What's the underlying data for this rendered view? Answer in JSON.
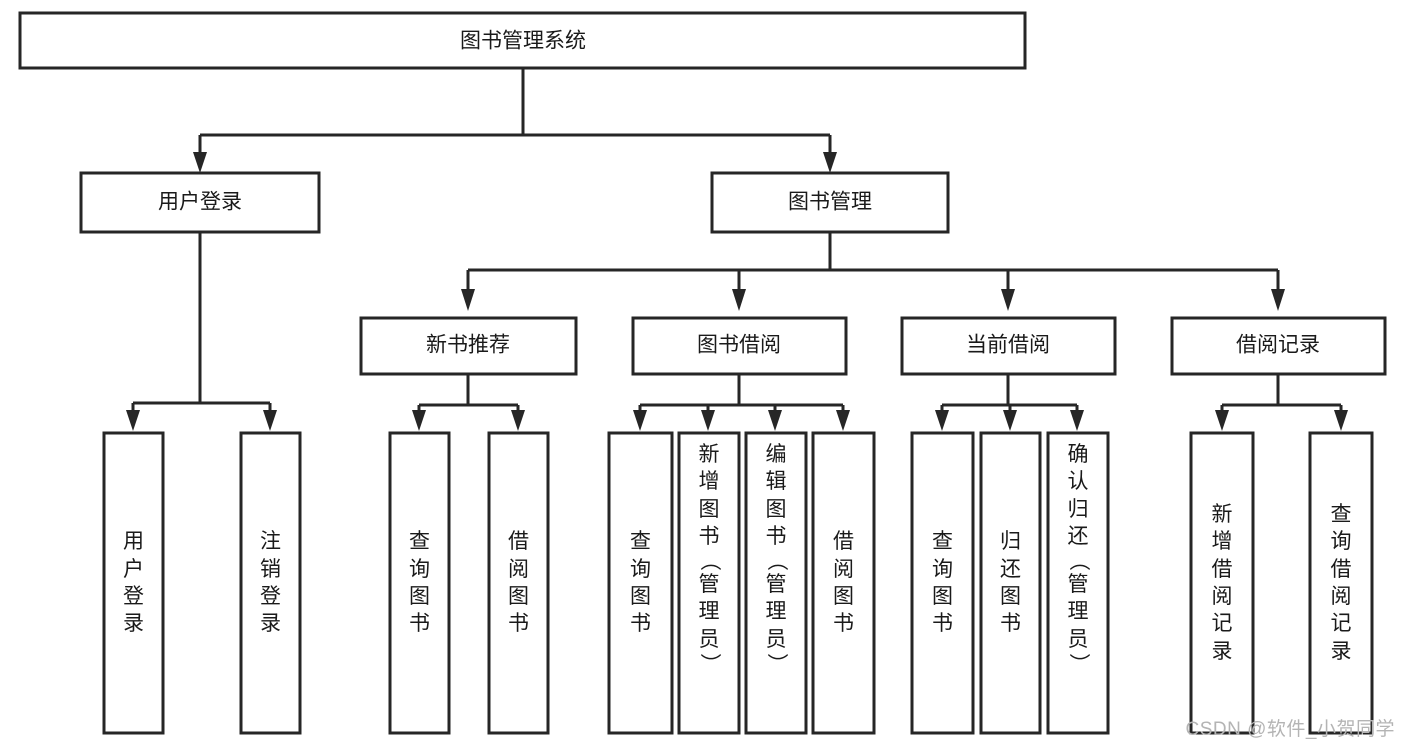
{
  "diagram": {
    "type": "tree",
    "title": "图书管理系统",
    "watermark": "CSDN @软件_小贺同学",
    "colors": {
      "box_stroke": "#262626",
      "box_fill": "#ffffff",
      "text": "#1a1a1a",
      "watermark": "#b4b4b4",
      "background": "#ffffff"
    },
    "root": {
      "label": "图书管理系统"
    },
    "level2": [
      {
        "label": "用户登录"
      },
      {
        "label": "图书管理"
      }
    ],
    "level3": [
      {
        "label": "新书推荐"
      },
      {
        "label": "图书借阅"
      },
      {
        "label": "当前借阅"
      },
      {
        "label": "借阅记录"
      }
    ],
    "leaves": {
      "user_login": [
        "用户登录",
        "注销登录"
      ],
      "new_book_recommend": [
        "查询图书",
        "借阅图书"
      ],
      "book_borrow": [
        "查询图书",
        "新增图书（管理员）",
        "编辑图书（管理员）",
        "借阅图书"
      ],
      "current_borrow": [
        "查询图书",
        "归还图书",
        "确认归还（管理员）"
      ],
      "borrow_record": [
        "新增借阅记录",
        "查询借阅记录"
      ]
    }
  }
}
